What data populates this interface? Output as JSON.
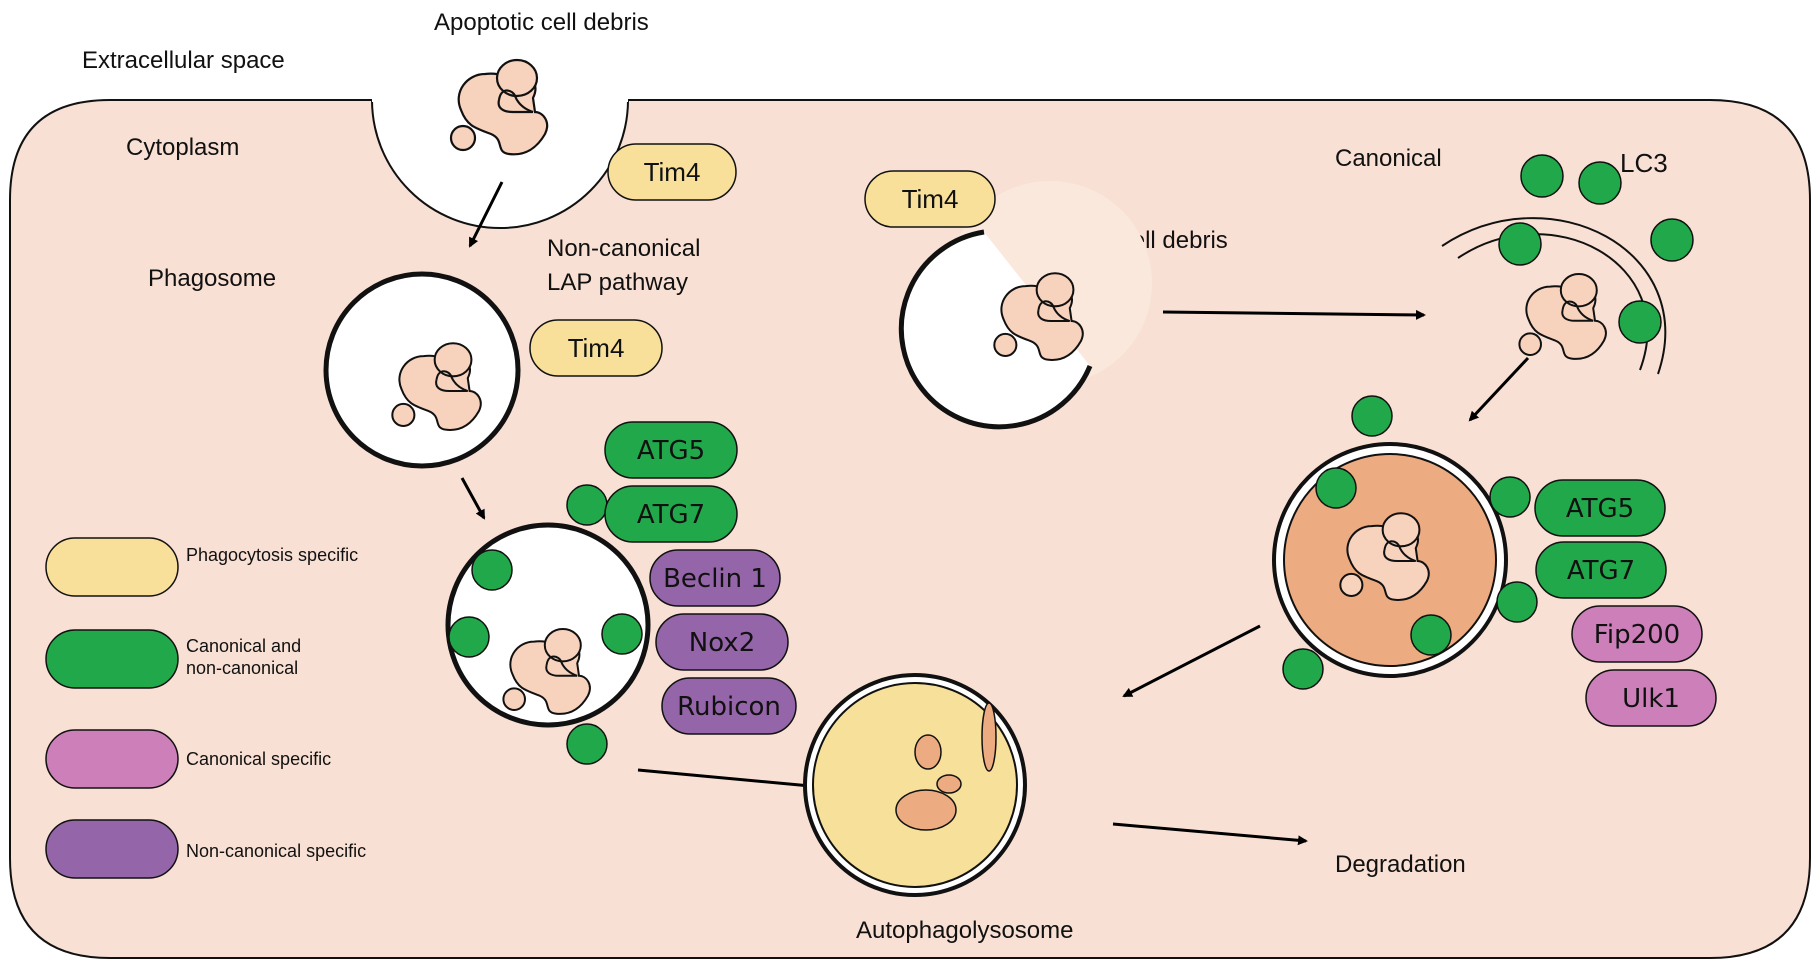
{
  "labels": {
    "extracellular": "Extracellular space",
    "cytoplasm": "Cytoplasm",
    "debris_top": "Apoptotic cell debris",
    "debris_mid": "Apoptotic cell debris",
    "phagosome": "Phagosome",
    "noncanonical_line1": "Non-canonical",
    "noncanonical_line2": "LAP pathway",
    "canonical": "Canonical",
    "lc3": "LC3",
    "autophagolysosome": "Autophagolysosome",
    "degradation": "Degradation"
  },
  "pills": {
    "tim4_top": "Tim4",
    "tim4_phago": "Tim4",
    "tim4_mid": "Tim4",
    "atg5_left": "ATG5",
    "atg7_left": "ATG7",
    "beclin1": "Beclin 1",
    "nox2": "Nox2",
    "rubicon": "Rubicon",
    "atg5_right": "ATG5",
    "atg7_right": "ATG7",
    "fip200": "Fip200",
    "ulk1": "Ulk1"
  },
  "legend": [
    {
      "label": "Phagocytosis specific",
      "color": "#f8e09a"
    },
    {
      "label_line1": "Canonical and",
      "label_line2": "non-canonical",
      "color": "#21a84b"
    },
    {
      "label": "Canonical specific",
      "color": "#cc7fb8"
    },
    {
      "label": "Non-canonical specific",
      "color": "#9465a8"
    }
  ],
  "colors": {
    "cytoplasm": "#f9e0d4",
    "phagocytosis_specific": "#f8e09a",
    "canonical_and_noncanonical": "#21a84b",
    "canonical_specific": "#cc7fb8",
    "noncanonical_specific": "#9465a8",
    "debris": "#f7d2bd",
    "autophagosome_fill": "#ecab80",
    "autophagolysosome_fill": "#f7e09a"
  }
}
